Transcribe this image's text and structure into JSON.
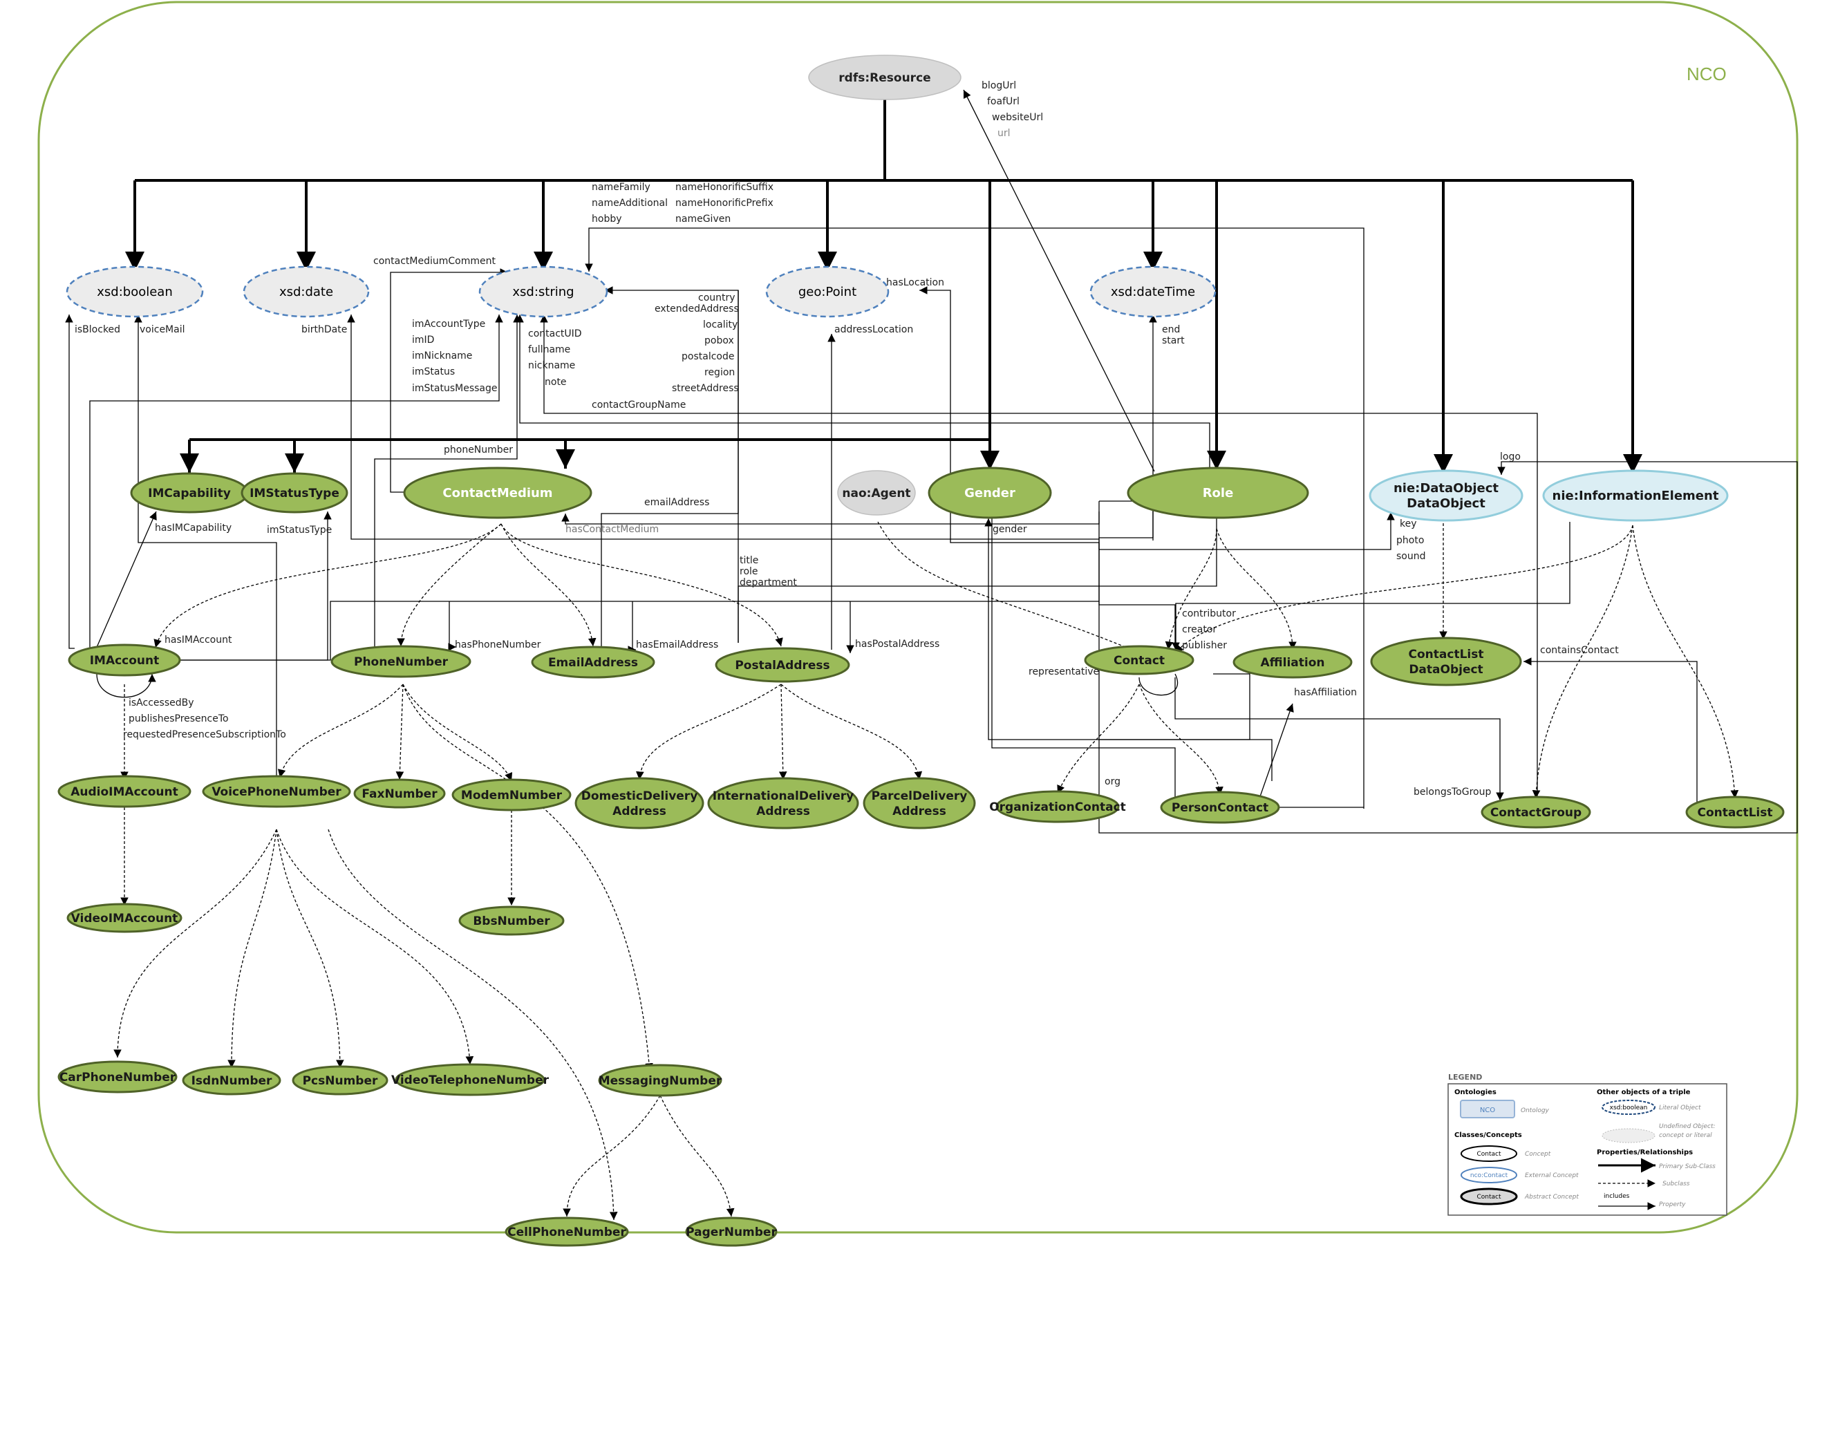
{
  "ontology_label": "NCO",
  "nodes": [
    {
      "id": "resource",
      "label": "rdfs:Resource",
      "kind": "undefined"
    },
    {
      "id": "boolean",
      "label": "xsd:boolean",
      "kind": "literal"
    },
    {
      "id": "date",
      "label": "xsd:date",
      "kind": "literal"
    },
    {
      "id": "string",
      "label": "xsd:string",
      "kind": "literal"
    },
    {
      "id": "point",
      "label": "geo:Point",
      "kind": "literal"
    },
    {
      "id": "datetime",
      "label": "xsd:dateTime",
      "kind": "literal"
    },
    {
      "id": "imcap",
      "label": "IMCapability",
      "kind": "concept"
    },
    {
      "id": "imstat",
      "label": "IMStatusType",
      "kind": "concept"
    },
    {
      "id": "contactmedium",
      "label": "ContactMedium",
      "kind": "abstract"
    },
    {
      "id": "agent",
      "label": "nao:Agent",
      "kind": "undefined"
    },
    {
      "id": "gender",
      "label": "Gender",
      "kind": "abstract"
    },
    {
      "id": "role",
      "label": "Role",
      "kind": "abstract"
    },
    {
      "id": "dataobject",
      "label": "nie:DataObject",
      "kind": "external"
    },
    {
      "id": "infoelement",
      "label": "nie:InformationElement",
      "kind": "external"
    },
    {
      "id": "imaccount",
      "label": "IMAccount",
      "kind": "concept"
    },
    {
      "id": "phone",
      "label": "PhoneNumber",
      "kind": "concept"
    },
    {
      "id": "email",
      "label": "EmailAddress",
      "kind": "concept"
    },
    {
      "id": "postal",
      "label": "PostalAddress",
      "kind": "concept"
    },
    {
      "id": "contact",
      "label": "Contact",
      "kind": "concept"
    },
    {
      "id": "affiliation",
      "label": "Affiliation",
      "kind": "concept"
    },
    {
      "id": "cldo",
      "label": "ContactList DataObject",
      "kind": "concept"
    },
    {
      "id": "audioim",
      "label": "AudioIMAccount",
      "kind": "concept"
    },
    {
      "id": "voice",
      "label": "VoicePhoneNumber",
      "kind": "concept"
    },
    {
      "id": "fax",
      "label": "FaxNumber",
      "kind": "concept"
    },
    {
      "id": "modem",
      "label": "ModemNumber",
      "kind": "concept"
    },
    {
      "id": "domestic",
      "label": "DomesticDelivery Address",
      "kind": "concept"
    },
    {
      "id": "intl",
      "label": "InternationalDelivery Address",
      "kind": "concept"
    },
    {
      "id": "parcel",
      "label": "ParcelDelivery Address",
      "kind": "concept"
    },
    {
      "id": "orgcontact",
      "label": "OrganizationContact",
      "kind": "concept"
    },
    {
      "id": "personcontact",
      "label": "PersonContact",
      "kind": "concept"
    },
    {
      "id": "contactgroup",
      "label": "ContactGroup",
      "kind": "concept"
    },
    {
      "id": "contactlist",
      "label": "ContactList",
      "kind": "concept"
    },
    {
      "id": "videoim",
      "label": "VideoIMAccount",
      "kind": "concept"
    },
    {
      "id": "bbs",
      "label": "BbsNumber",
      "kind": "concept"
    },
    {
      "id": "car",
      "label": "CarPhoneNumber",
      "kind": "concept"
    },
    {
      "id": "isdn",
      "label": "IsdnNumber",
      "kind": "concept"
    },
    {
      "id": "pcs",
      "label": "PcsNumber",
      "kind": "concept"
    },
    {
      "id": "videotel",
      "label": "VideoTelephoneNumber",
      "kind": "concept"
    },
    {
      "id": "messaging",
      "label": "MessagingNumber",
      "kind": "concept"
    },
    {
      "id": "cell",
      "label": "CellPhoneNumber",
      "kind": "concept"
    },
    {
      "id": "pager",
      "label": "PagerNumber",
      "kind": "concept"
    }
  ],
  "edge_labels": [
    {
      "id": "blogurl",
      "text": "blogUrl"
    },
    {
      "id": "foafurl",
      "text": "foafUrl"
    },
    {
      "id": "websiteurl",
      "text": "websiteUrl"
    },
    {
      "id": "url",
      "text": "url"
    },
    {
      "id": "namefamily",
      "text": "nameFamily"
    },
    {
      "id": "nameadditional",
      "text": "nameAdditional"
    },
    {
      "id": "hobby",
      "text": "hobby"
    },
    {
      "id": "namehonsuffix",
      "text": "nameHonorificSuffix"
    },
    {
      "id": "namehonprefix",
      "text": "nameHonorificPrefix"
    },
    {
      "id": "namegiven",
      "text": "nameGiven"
    },
    {
      "id": "cmcomment",
      "text": "contactMediumComment"
    },
    {
      "id": "country",
      "text": "country"
    },
    {
      "id": "extaddr",
      "text": "extendedAddress"
    },
    {
      "id": "locality",
      "text": "locality"
    },
    {
      "id": "pobox",
      "text": "pobox"
    },
    {
      "id": "postalcode",
      "text": "postalcode"
    },
    {
      "id": "region",
      "text": "region"
    },
    {
      "id": "street",
      "text": "streetAddress"
    },
    {
      "id": "cgname",
      "text": "contactGroupName"
    },
    {
      "id": "haslocation",
      "text": "hasLocation"
    },
    {
      "id": "addrloc",
      "text": "addressLocation"
    },
    {
      "id": "end",
      "text": "end"
    },
    {
      "id": "start",
      "text": "start"
    },
    {
      "id": "isblocked",
      "text": "isBlocked"
    },
    {
      "id": "voicemail",
      "text": "voiceMail"
    },
    {
      "id": "birthdate",
      "text": "birthDate"
    },
    {
      "id": "imaccounttype",
      "text": "imAccountType"
    },
    {
      "id": "imid",
      "text": "imID"
    },
    {
      "id": "imnickname",
      "text": "imNickname"
    },
    {
      "id": "imstatus",
      "text": "imStatus"
    },
    {
      "id": "imstatusmsg",
      "text": "imStatusMessage"
    },
    {
      "id": "contactuid",
      "text": "contactUID"
    },
    {
      "id": "fullname",
      "text": "fullname"
    },
    {
      "id": "nickname",
      "text": "nickname"
    },
    {
      "id": "note",
      "text": "note"
    },
    {
      "id": "phonenumber",
      "text": "phoneNumber"
    },
    {
      "id": "logo",
      "text": "logo"
    },
    {
      "id": "hasimcap",
      "text": "hasIMCapability"
    },
    {
      "id": "imstatustype",
      "text": "imStatusType"
    },
    {
      "id": "emailaddress",
      "text": "emailAddress"
    },
    {
      "id": "hascontactmedium",
      "text": "hasContactMedium"
    },
    {
      "id": "genderlbl",
      "text": "gender"
    },
    {
      "id": "key",
      "text": "key"
    },
    {
      "id": "photo",
      "text": "photo"
    },
    {
      "id": "sound",
      "text": "sound"
    },
    {
      "id": "title",
      "text": "title"
    },
    {
      "id": "rolelbl",
      "text": "role"
    },
    {
      "id": "department",
      "text": "department"
    },
    {
      "id": "contributor",
      "text": "contributor"
    },
    {
      "id": "creator",
      "text": "creator"
    },
    {
      "id": "publisher",
      "text": "publisher"
    },
    {
      "id": "hasimaccount",
      "text": "hasIMAccount"
    },
    {
      "id": "hasphone",
      "text": "hasPhoneNumber"
    },
    {
      "id": "hasemail",
      "text": "hasEmailAddress"
    },
    {
      "id": "haspostal",
      "text": "hasPostalAddress"
    },
    {
      "id": "containscontact",
      "text": "containsContact"
    },
    {
      "id": "representative",
      "text": "representative"
    },
    {
      "id": "hasaffiliation",
      "text": "hasAffiliation"
    },
    {
      "id": "isaccessedby",
      "text": "isAccessedBy"
    },
    {
      "id": "publishespresence",
      "text": "publishesPresenceTo"
    },
    {
      "id": "requestedpresence",
      "text": "requestedPresenceSubscriptionTo"
    },
    {
      "id": "org",
      "text": "org"
    },
    {
      "id": "belongstogroup",
      "text": "belongsToGroup"
    }
  ],
  "legend": {
    "title": "LEGEND",
    "ontologies_heading": "Ontologies",
    "ontology_sample": "NCO",
    "ontology_caption": "Ontology",
    "classes_heading": "Classes/Concepts",
    "concept_sample": "Contact",
    "concept_caption": "Concept",
    "external_sample": "nco:Contact",
    "external_caption": "External Concept",
    "abstract_sample": "Contact",
    "abstract_caption": "Abstract Concept",
    "other_heading": "Other objects of a triple",
    "literal_sample": "xsd:boolean",
    "literal_caption": "Literal Object",
    "undefined_caption_1": "Undefined Object:",
    "undefined_caption_2": "concept or literal",
    "props_heading": "Properties/Relationships",
    "primary_caption": "Primary Sub-Class",
    "subclass_caption": "Subclass",
    "includes_label": "includes",
    "property_caption": "Property"
  },
  "colors": {
    "frame": "#8db04b",
    "concept_fill": "#9bbb59",
    "concept_stroke": "#4f6228",
    "literal_fill": "#ececec",
    "literal_stroke": "#4f81bd",
    "external_fill": "#dbeef4",
    "external_stroke": "#92cddc",
    "undefined_fill": "#d9d9d9",
    "line": "#000000"
  }
}
